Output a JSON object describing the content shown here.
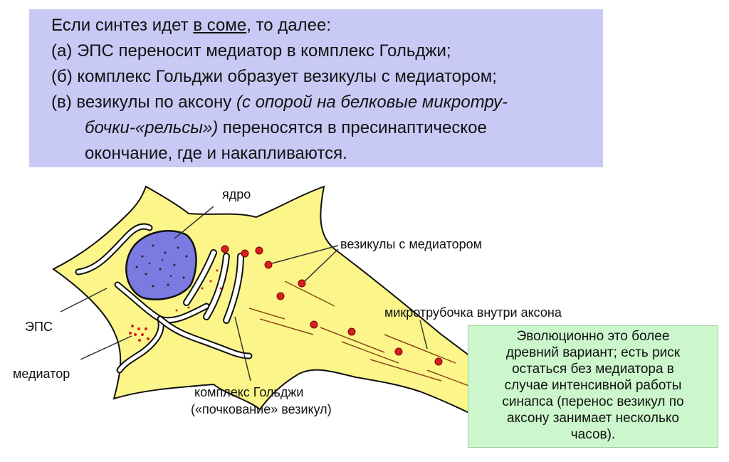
{
  "top_text": {
    "line1_pre": "Если синтез идет ",
    "line1_underlined": "в соме",
    "line1_post": ", то далее:",
    "line2": "(а) ЭПС переносит медиатор в комплекс Гольджи;",
    "line3": "(б) комплекс Гольджи образует везикулы с медиатором;",
    "line4_pre": "(в) везикулы по аксону ",
    "line4_italic": "(с опорой на белковые микротру-",
    "line5_italic": "бочки-«рельсы»)",
    "line5_post": " переносятся в пресинаптическое",
    "line6": "окончание, где и накапливаются."
  },
  "labels": {
    "nucleus": "ядро",
    "vesicles": "везикулы с медиатором",
    "microtubule": "микротрубочка внутри аксона",
    "er": "ЭПС",
    "mediator": "медиатор",
    "golgi_line1": "комплекс Гольджи",
    "golgi_line2": "(«почкование» везикул)"
  },
  "note": {
    "lines": [
      "Эволюционно это более",
      "древний вариант; есть риск",
      "остаться без медиатора в",
      "случае интенсивной работы",
      "синапса (перенос везикул по",
      "аксону занимает несколько",
      "часов)."
    ]
  },
  "colors": {
    "top_box": "#c9c9f5",
    "cell": "#fbf58a",
    "nucleus": "#7a7ae0",
    "vesicle": "#d62020",
    "note_box": "#ccf7cc"
  }
}
